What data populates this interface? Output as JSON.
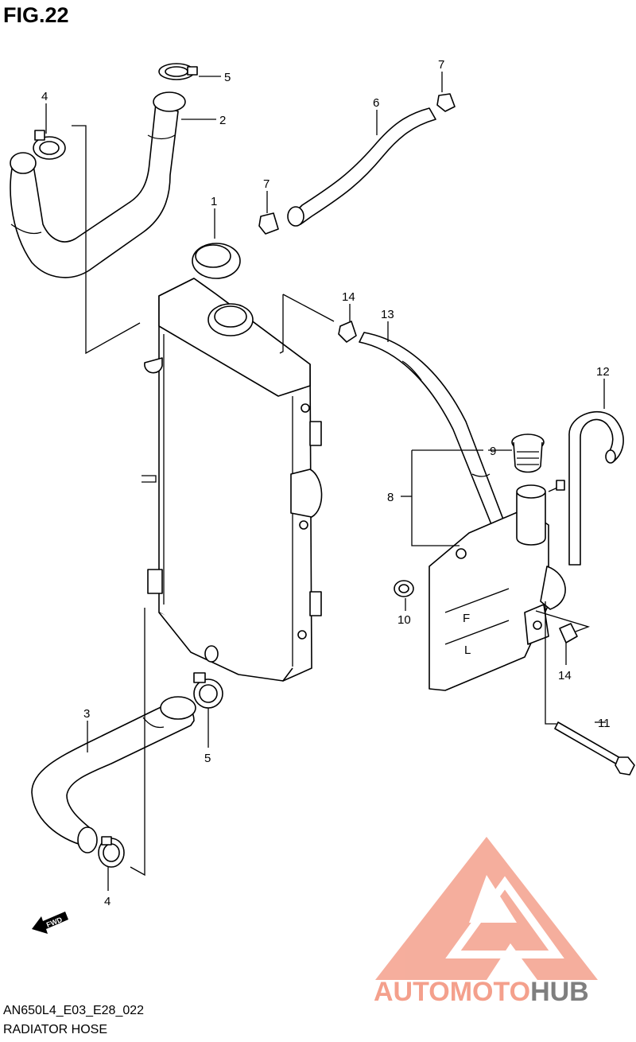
{
  "figure": {
    "title": "FIG.22",
    "diagram_code": "AN650L4_E03_E28_022",
    "diagram_name": "RADIATOR HOSE"
  },
  "callouts": [
    {
      "id": "c1",
      "label": "1"
    },
    {
      "id": "c2",
      "label": "2"
    },
    {
      "id": "c3",
      "label": "3"
    },
    {
      "id": "c4a",
      "label": "4"
    },
    {
      "id": "c4b",
      "label": "4"
    },
    {
      "id": "c5a",
      "label": "5"
    },
    {
      "id": "c5b",
      "label": "5"
    },
    {
      "id": "c6",
      "label": "6"
    },
    {
      "id": "c7a",
      "label": "7"
    },
    {
      "id": "c7b",
      "label": "7"
    },
    {
      "id": "c8",
      "label": "8"
    },
    {
      "id": "c9",
      "label": "9"
    },
    {
      "id": "c10",
      "label": "10"
    },
    {
      "id": "c11",
      "label": "11"
    },
    {
      "id": "c12",
      "label": "12"
    },
    {
      "id": "c13",
      "label": "13"
    },
    {
      "id": "c14a",
      "label": "14"
    },
    {
      "id": "c14b",
      "label": "14"
    }
  ],
  "tank_marks": {
    "full": "F",
    "low": "L"
  },
  "fwd_label": "FWD",
  "watermark": {
    "part1": "AUTOMOTO",
    "part2": "HUB",
    "color_primary": "#f4a08c",
    "color_secondary": "#7f7f7f"
  }
}
